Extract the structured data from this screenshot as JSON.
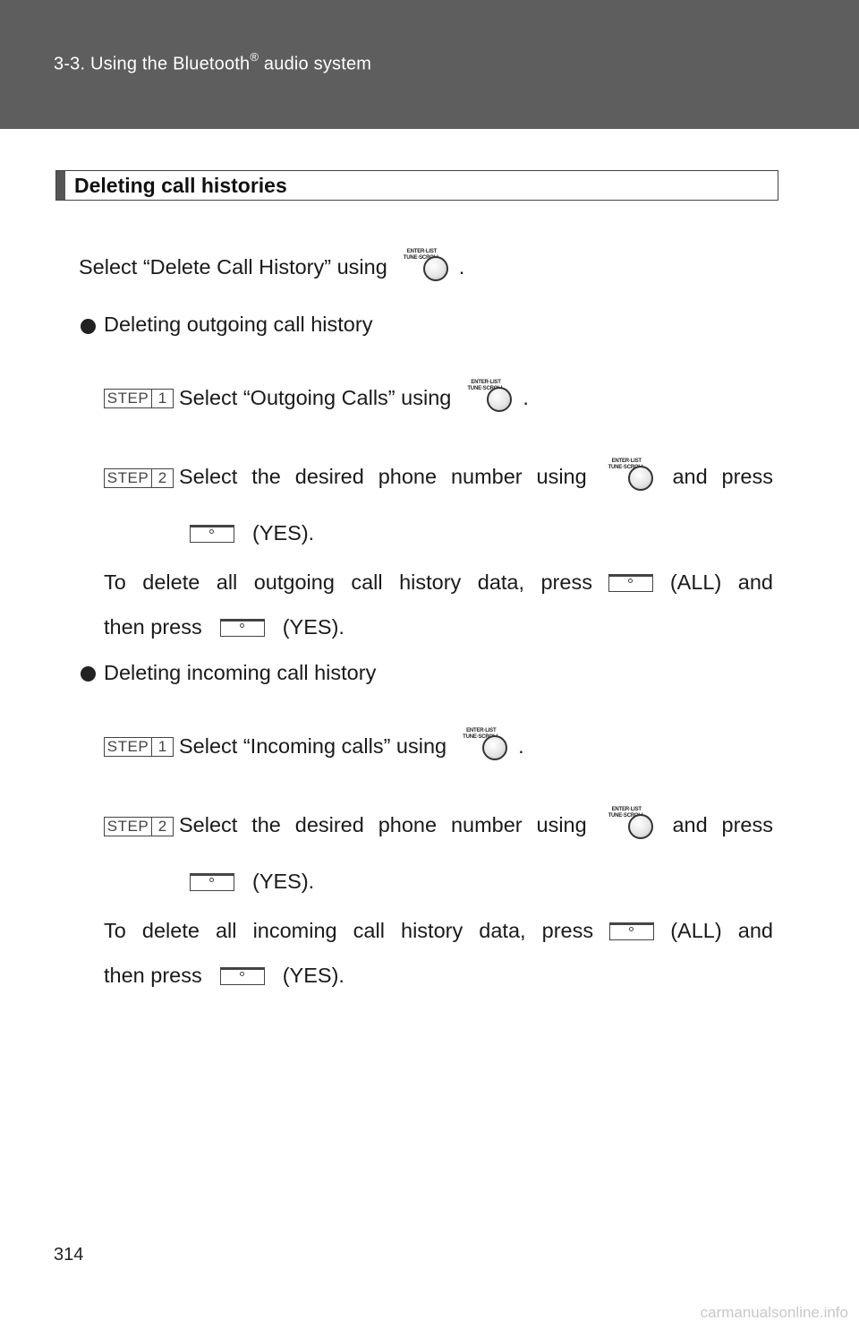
{
  "header": {
    "title_pre": "3-3. Using the Bluetooth",
    "title_reg": "®",
    "title_post": " audio system"
  },
  "section": {
    "title": "Deleting call histories"
  },
  "intro": {
    "text": "Select “Delete Call History” using",
    "end": "."
  },
  "knob_label": {
    "line1": "ENTER·LIST",
    "line2": "TUNE·SCROLL"
  },
  "outgoing": {
    "heading": "Deleting outgoing call history",
    "step1": {
      "badge": "STEP",
      "num": "1",
      "text": "Select “Outgoing Calls” using",
      "end": "."
    },
    "step2": {
      "badge": "STEP",
      "num": "2",
      "w1": "Select",
      "w2": "the",
      "w3": "desired",
      "w4": "phone",
      "w5": "number",
      "w6": "using",
      "w7": "and",
      "w8": "press",
      "yes": "(YES)."
    },
    "note": {
      "w1": "To",
      "w2": "delete",
      "w3": "all",
      "w4": "outgoing",
      "w5": "call",
      "w6": "history",
      "w7": "data,",
      "w8": "press",
      "all": "(ALL)",
      "and": "and",
      "then": "then press",
      "yes": "(YES)."
    }
  },
  "incoming": {
    "heading": "Deleting incoming call history",
    "step1": {
      "badge": "STEP",
      "num": "1",
      "text": "Select “Incoming calls” using",
      "end": "."
    },
    "step2": {
      "badge": "STEP",
      "num": "2",
      "w1": "Select",
      "w2": "the",
      "w3": "desired",
      "w4": "phone",
      "w5": "number",
      "w6": "using",
      "w7": "and",
      "w8": "press",
      "yes": "(YES)."
    },
    "note": {
      "w1": "To",
      "w2": "delete",
      "w3": "all",
      "w4": "incoming",
      "w5": "call",
      "w6": "history",
      "w7": "data,",
      "w8": "press",
      "all": "(ALL)",
      "and": "and",
      "then": "then press",
      "yes": "(YES)."
    }
  },
  "page_number": "314",
  "footer_url": "carmanualsonline.info"
}
